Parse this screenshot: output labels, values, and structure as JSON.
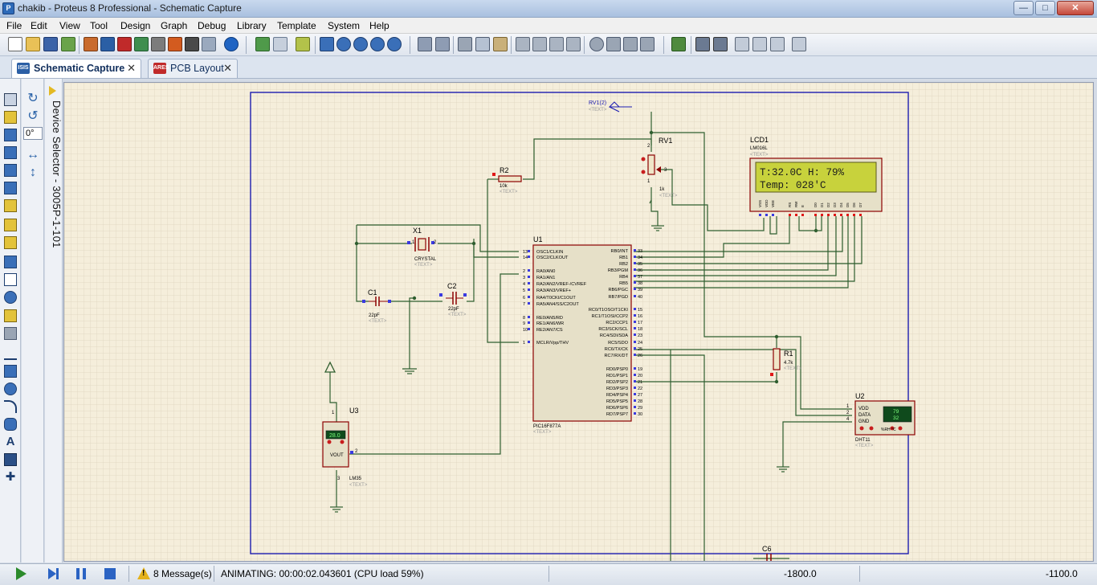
{
  "window": {
    "title": "chakib - Proteus 8 Professional - Schematic Capture"
  },
  "menu": [
    "File",
    "Edit",
    "View",
    "Tool",
    "Design",
    "Graph",
    "Debug",
    "Library",
    "Template",
    "System",
    "Help"
  ],
  "tabs": [
    {
      "label": "Schematic Capture",
      "icon": "ISIS",
      "active": true
    },
    {
      "label": "PCB Layout",
      "icon": "ARES",
      "active": false
    }
  ],
  "tool_options": {
    "rotation": "0°"
  },
  "device_selector": {
    "label": "Device Selector - 3005P-1-101"
  },
  "schematic": {
    "lcd": {
      "ref": "LCD1",
      "type": "LM016L",
      "text_tag": "<TEXT>",
      "line1": "T:32.0C H: 79%",
      "line2": "Temp:   028'C",
      "pins": [
        "VSS",
        "VDD",
        "VEE",
        "RS",
        "RW",
        "E",
        "D0",
        "D1",
        "D2",
        "D3",
        "D4",
        "D5",
        "D6",
        "D7"
      ]
    },
    "mcu": {
      "ref": "U1",
      "type": "PIC16F877A",
      "text_tag": "<TEXT>",
      "left_pins": [
        {
          "num": "13",
          "name": "OSC1/CLKIN"
        },
        {
          "num": "14",
          "name": "OSC2/CLKOUT"
        },
        {
          "num": "2",
          "name": "RA0/AN0"
        },
        {
          "num": "3",
          "name": "RA1/AN1"
        },
        {
          "num": "4",
          "name": "RA2/AN2/VREF-/CVREF"
        },
        {
          "num": "5",
          "name": "RA3/AN3/VREF+"
        },
        {
          "num": "6",
          "name": "RA4/T0CKI/C1OUT"
        },
        {
          "num": "7",
          "name": "RA5/AN4/SS/C2OUT"
        },
        {
          "num": "8",
          "name": "RE0/AN5/RD"
        },
        {
          "num": "9",
          "name": "RE1/AN6/WR"
        },
        {
          "num": "10",
          "name": "RE2/AN7/CS"
        },
        {
          "num": "1",
          "name": "MCLR/Vpp/THV"
        }
      ],
      "right_pins": [
        {
          "num": "33",
          "name": "RB0/INT"
        },
        {
          "num": "34",
          "name": "RB1"
        },
        {
          "num": "35",
          "name": "RB2"
        },
        {
          "num": "36",
          "name": "RB3/PGM"
        },
        {
          "num": "37",
          "name": "RB4"
        },
        {
          "num": "38",
          "name": "RB5"
        },
        {
          "num": "39",
          "name": "RB6/PGC"
        },
        {
          "num": "40",
          "name": "RB7/PGD"
        },
        {
          "num": "15",
          "name": "RC0/T1OSO/T1CKI"
        },
        {
          "num": "16",
          "name": "RC1/T1OSI/CCP2"
        },
        {
          "num": "17",
          "name": "RC2/CCP1"
        },
        {
          "num": "18",
          "name": "RC3/SCK/SCL"
        },
        {
          "num": "23",
          "name": "RC4/SDI/SDA"
        },
        {
          "num": "24",
          "name": "RC5/SDO"
        },
        {
          "num": "25",
          "name": "RC6/TX/CK"
        },
        {
          "num": "26",
          "name": "RC7/RX/DT"
        },
        {
          "num": "19",
          "name": "RD0/PSP0"
        },
        {
          "num": "20",
          "name": "RD1/PSP1"
        },
        {
          "num": "21",
          "name": "RD2/PSP2"
        },
        {
          "num": "22",
          "name": "RD3/PSP3"
        },
        {
          "num": "27",
          "name": "RD4/PSP4"
        },
        {
          "num": "28",
          "name": "RD5/PSP5"
        },
        {
          "num": "29",
          "name": "RD6/PSP6"
        },
        {
          "num": "30",
          "name": "RD7/PSP7"
        }
      ]
    },
    "crystal": {
      "ref": "X1",
      "type": "CRYSTAL",
      "text_tag": "<TEXT>",
      "pin1": "1",
      "pin2": "2"
    },
    "c1": {
      "ref": "C1",
      "value": "22pF",
      "text_tag": "<TEXT>"
    },
    "c2": {
      "ref": "C2",
      "value": "22pF",
      "text_tag": "<TEXT>"
    },
    "c6": {
      "ref": "C6"
    },
    "r1": {
      "ref": "R1",
      "value": "4.7k",
      "text_tag": "<TEXT>"
    },
    "r2": {
      "ref": "R2",
      "value": "10k",
      "text_tag": "<TEXT>"
    },
    "rv1": {
      "ref": "RV1",
      "value": "1k",
      "text_tag": "<TEXT>",
      "pin3": "3",
      "pin1": "1",
      "pin2": "2"
    },
    "rv1_probe": {
      "label": "RV1(2)",
      "text_tag": "<TEXT>"
    },
    "lm35": {
      "ref": "U3",
      "type": "LM35",
      "text_tag": "<TEXT>",
      "display": "28.0",
      "pin_label": "VOUT",
      "pin1": "1",
      "pin2": "2",
      "pin3": "3"
    },
    "dht11": {
      "ref": "U2",
      "type": "DHT11",
      "text_tag": "<TEXT>",
      "display1": "79",
      "display2": "32",
      "pins": [
        "VDD",
        "DATA",
        "GND"
      ],
      "pin_nums": [
        "1",
        "2",
        "4"
      ],
      "buttons": "%RH  °C"
    }
  },
  "status": {
    "messages": "8 Message(s)",
    "text": "ANIMATING: 00:00:02.043601 (CPU load 59%)",
    "coord_x": "-1800.0",
    "coord_y": "-1100.0"
  },
  "colors": {
    "wire": "#2f5e2f",
    "component": "#8b0000",
    "sheet_border": "#1c1cb0",
    "lcd_bg": "#c8d23c",
    "grid": "#e4dbc6"
  }
}
